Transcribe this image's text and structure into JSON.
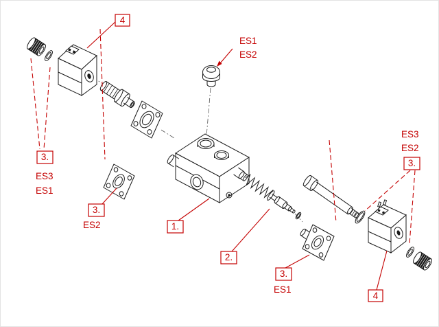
{
  "colors": {
    "accent": "#c40000",
    "ink": "#1a1a1a",
    "paper": "#ffffff"
  },
  "callouts": {
    "coil_left": {
      "ref": "4"
    },
    "seals_left": {
      "ref": "3.",
      "line1": "ES3",
      "line2": "ES1"
    },
    "flange_left": {
      "ref": "3.",
      "line1": "ES2"
    },
    "body": {
      "ref": "1."
    },
    "cap_top": {
      "line1": "ES1",
      "line2": "ES2"
    },
    "spool": {
      "ref": "2."
    },
    "flange_right": {
      "ref": "3.",
      "line1": "ES1"
    },
    "seals_right": {
      "ref": "3.",
      "line1": "ES3",
      "line2": "ES2"
    },
    "coil_right": {
      "ref": "4"
    }
  }
}
